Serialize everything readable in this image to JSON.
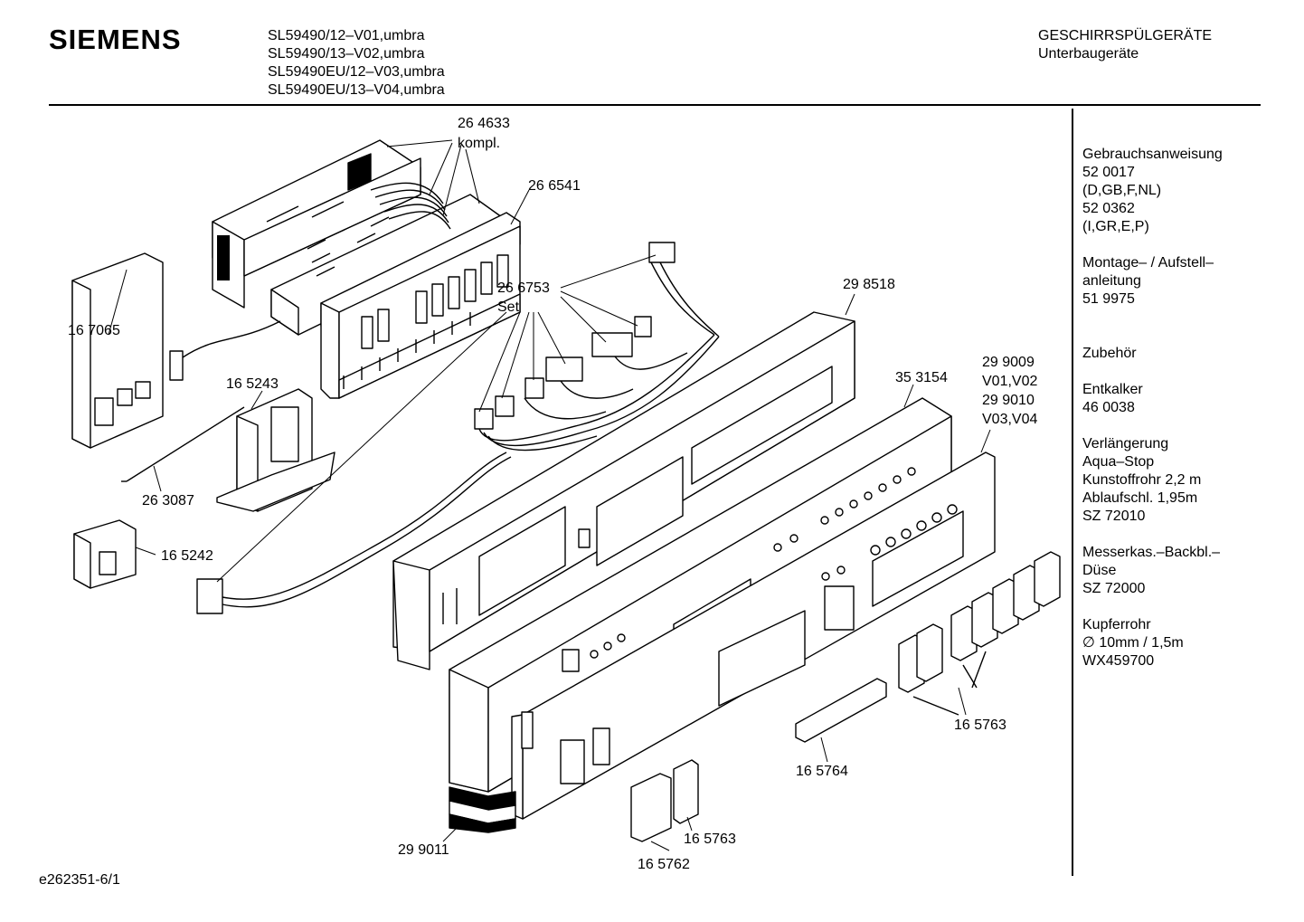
{
  "brand": "SIEMENS",
  "models": [
    "SL59490/12–V01,umbra",
    "SL59490/13–V02,umbra",
    "SL59490EU/12–V03,umbra",
    "SL59490EU/13–V04,umbra"
  ],
  "category": {
    "line1": "GESCHIRRSPÜLGERÄTE",
    "line2": "Unterbaugeräte"
  },
  "side_info": {
    "manual": {
      "title": "Gebrauchsanweisung",
      "lines": [
        "52 0017",
        "(D,GB,F,NL)",
        "52 0362",
        "(I,GR,E,P)"
      ]
    },
    "assembly": {
      "lines": [
        "Montage– / Aufstell–",
        "anleitung",
        "51 9975"
      ]
    },
    "accessories": {
      "title": "Zubehör"
    },
    "descaler": {
      "lines": [
        "Entkalker",
        "46 0038"
      ]
    },
    "extension": {
      "lines": [
        "Verlängerung",
        "Aqua–Stop",
        "Kunstoffrohr 2,2 m",
        "Ablaufschl. 1,95m",
        "SZ 72010"
      ]
    },
    "knife": {
      "lines": [
        "Messerkas.–Backbl.–",
        "Düse",
        "SZ 72000"
      ]
    },
    "copper": {
      "lines": [
        "Kupferrohr",
        "∅ 10mm / 1,5m",
        "WX459700"
      ]
    }
  },
  "callouts": {
    "c264633a": "26 4633",
    "c264633b": "kompl.",
    "c266541": "26 6541",
    "c266753a": "26 6753",
    "c266753b": "Set",
    "c298518": "29 8518",
    "c167065": "16 7065",
    "c165243": "16 5243",
    "c353154": "35 3154",
    "c299009": "29 9009",
    "c299009v": "V01,V02",
    "c299010": "29 9010",
    "c299010v": "V03,V04",
    "c263087": "26 3087",
    "c165242": "16 5242",
    "c165763a": "16 5763",
    "c165764": "16 5764",
    "c165763b": "16 5763",
    "c299011": "29 9011",
    "c165762": "16 5762"
  },
  "footer": "e262351-6/1"
}
